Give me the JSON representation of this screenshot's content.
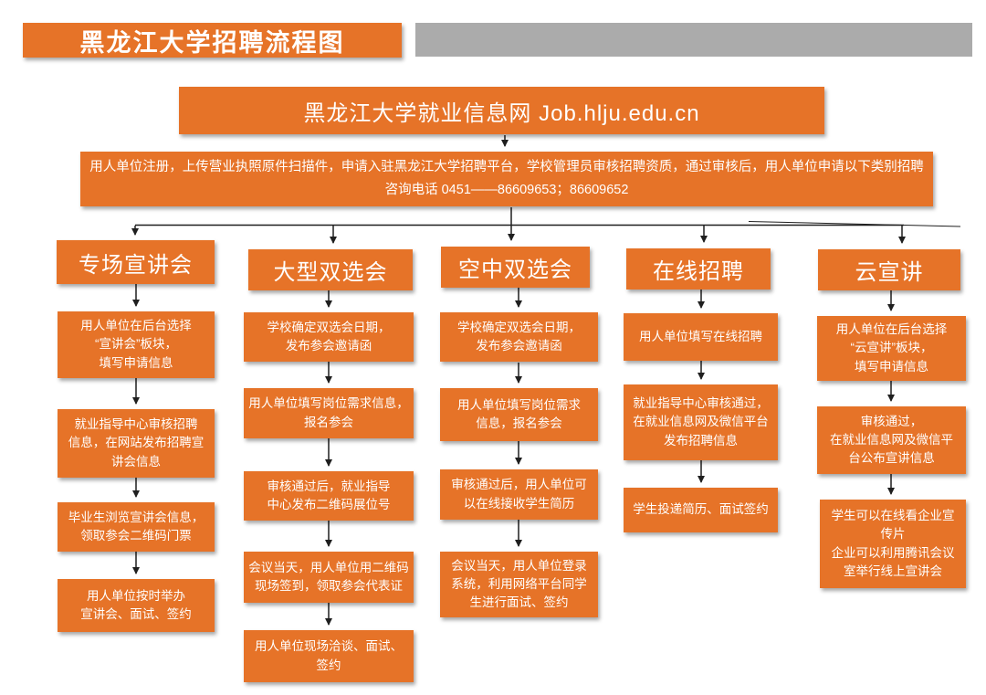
{
  "page": {
    "title": "黑龙江大学招聘流程图",
    "banner": "黑龙江大学就业信息网 Job.hlju.edu.cn"
  },
  "process": {
    "line1": "用人单位注册，上传营业执照原件扫描件，申请入驻黑龙江大学招聘平台，学校管理员审核招聘资质，通过审核后，用人单位申请以下类别招聘",
    "line2": "咨询电话 0451——86609653；86609652"
  },
  "columns": [
    {
      "title": "专场宣讲会",
      "steps": [
        "用人单位在后台选择\n“宣讲会”板块，\n填写申请信息",
        "就业指导中心审核招聘\n信息，在网站发布招聘宣\n讲会信息",
        "毕业生浏览宣讲会信息，\n领取参会二维码门票",
        "用人单位按时举办\n宣讲会、面试、签约"
      ]
    },
    {
      "title": "大型双选会",
      "steps": [
        "学校确定双选会日期，\n发布参会邀请函",
        "用人单位填写岗位需求信息，\n报名参会",
        "审核通过后，就业指导\n中心发布二维码展位号",
        "会议当天，用人单位用二维码\n现场签到，领取参会代表证",
        "用人单位现场洽谈、面试、\n签约"
      ]
    },
    {
      "title": "空中双选会",
      "steps": [
        "学校确定双选会日期，\n发布参会邀请函",
        "用人单位填写岗位需求\n信息，报名参会",
        "审核通过后，用人单位可\n以在线接收学生简历",
        "会议当天，用人单位登录\n系统，利用网络平台同学\n生进行面试、签约"
      ]
    },
    {
      "title": "在线招聘",
      "steps": [
        "用人单位填写在线招聘",
        "就业指导中心审核通过，\n在就业信息网及微信平台\n发布招聘信息",
        "学生投递简历、面试签约"
      ]
    },
    {
      "title": "云宣讲",
      "steps": [
        "用人单位在后台选择\n“云宣讲”板块，\n填写申请信息",
        "审核通过，\n在就业信息网及微信平\n台公布宣讲信息",
        "学生可以在线看企业宣\n传片\n企业可以利用腾讯会议\n室举行线上宣讲会"
      ]
    }
  ],
  "colors": {
    "accent_orange": "#E67328",
    "gray_bar": "#ABABAB",
    "arrow": "#1f1f1f"
  }
}
